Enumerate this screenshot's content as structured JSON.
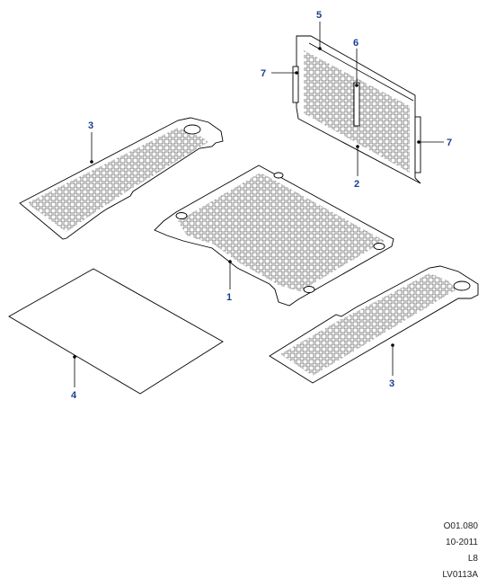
{
  "callouts": {
    "c1": "1",
    "c2": "2",
    "c3a": "3",
    "c3b": "3",
    "c4": "4",
    "c5": "5",
    "c6": "6",
    "c7a": "7",
    "c7b": "7"
  },
  "footer": {
    "ref_code": "O01.080",
    "date": "10-2011",
    "model": "L8",
    "illustration_id": "LV0113A"
  },
  "colors": {
    "callout": "#1a3f8f",
    "line": "#000000"
  }
}
